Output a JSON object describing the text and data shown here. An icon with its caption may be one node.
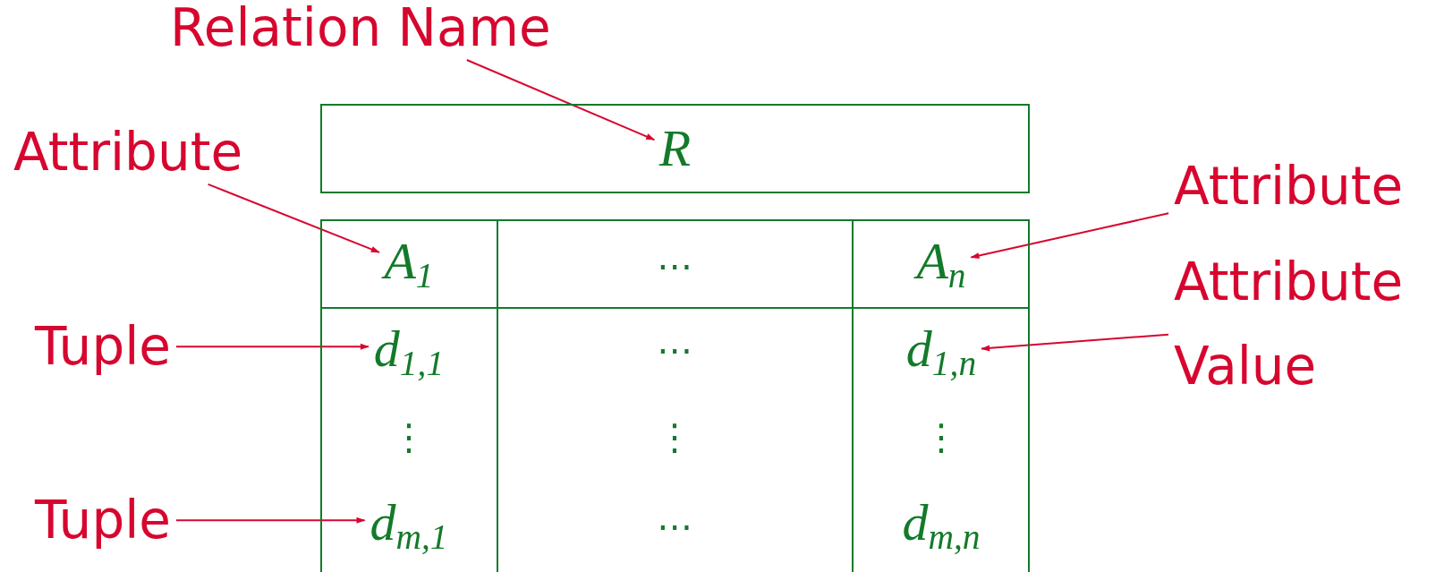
{
  "diagram": {
    "nodes": [
      {
        "text": [
          "Relation Name"
        ]
      },
      {
        "text": [
          "R"
        ]
      },
      {
        "text": [
          "Attribute"
        ]
      },
      {
        "text": [
          "Attribute"
        ]
      },
      {
        "text": [],
        "shape": "box"
      },
      {
        "text": [
          "A$_{1}$"
        ],
        "in": 4
      },
      {
        "text": [
          "⋯"
        ],
        "in": 4
      },
      {
        "text": [
          "A$_{n}$"
        ],
        "in": 4
      },
      {
        "text": [
          "Attribute Value"
        ]
      },
      {
        "text": [
          "Tuple"
        ]
      },
      {
        "text": [
          "d$_{1,1}$"
        ],
        "in": 4
      },
      {
        "text": [
          "⋯"
        ],
        "in": 4
      },
      {
        "text": [
          "d$_{1,n}$"
        ],
        "in": 4
      },
      {
        "text": [
          "⋮"
        ],
        "in": 4
      },
      {
        "text": [
          "⋮"
        ],
        "in": 4
      },
      {
        "text": [
          "⋮"
        ],
        "in": 4
      },
      {
        "text": [
          "Tuple"
        ]
      },
      {
        "text": [
          "d$_{m,1}$"
        ],
        "in": 4
      },
      {
        "text": [
          "⋯"
        ],
        "in": 4
      },
      {
        "text": [
          "d$_{m,n}$"
        ],
        "in": 4
      }
    ],
    "edges": [
      {
        "from": 0,
        "to": 1,
        "arrow": "to"
      },
      {
        "from": 2,
        "to": 5,
        "arrow": "to"
      },
      {
        "from": 3,
        "to": 7,
        "arrow": "to"
      },
      {
        "from": 8,
        "to": 12,
        "arrow": "to"
      },
      {
        "from": 9,
        "to": 10,
        "arrow": "to"
      },
      {
        "from": 16,
        "to": 17,
        "arrow": "to"
      }
    ]
  }
}
